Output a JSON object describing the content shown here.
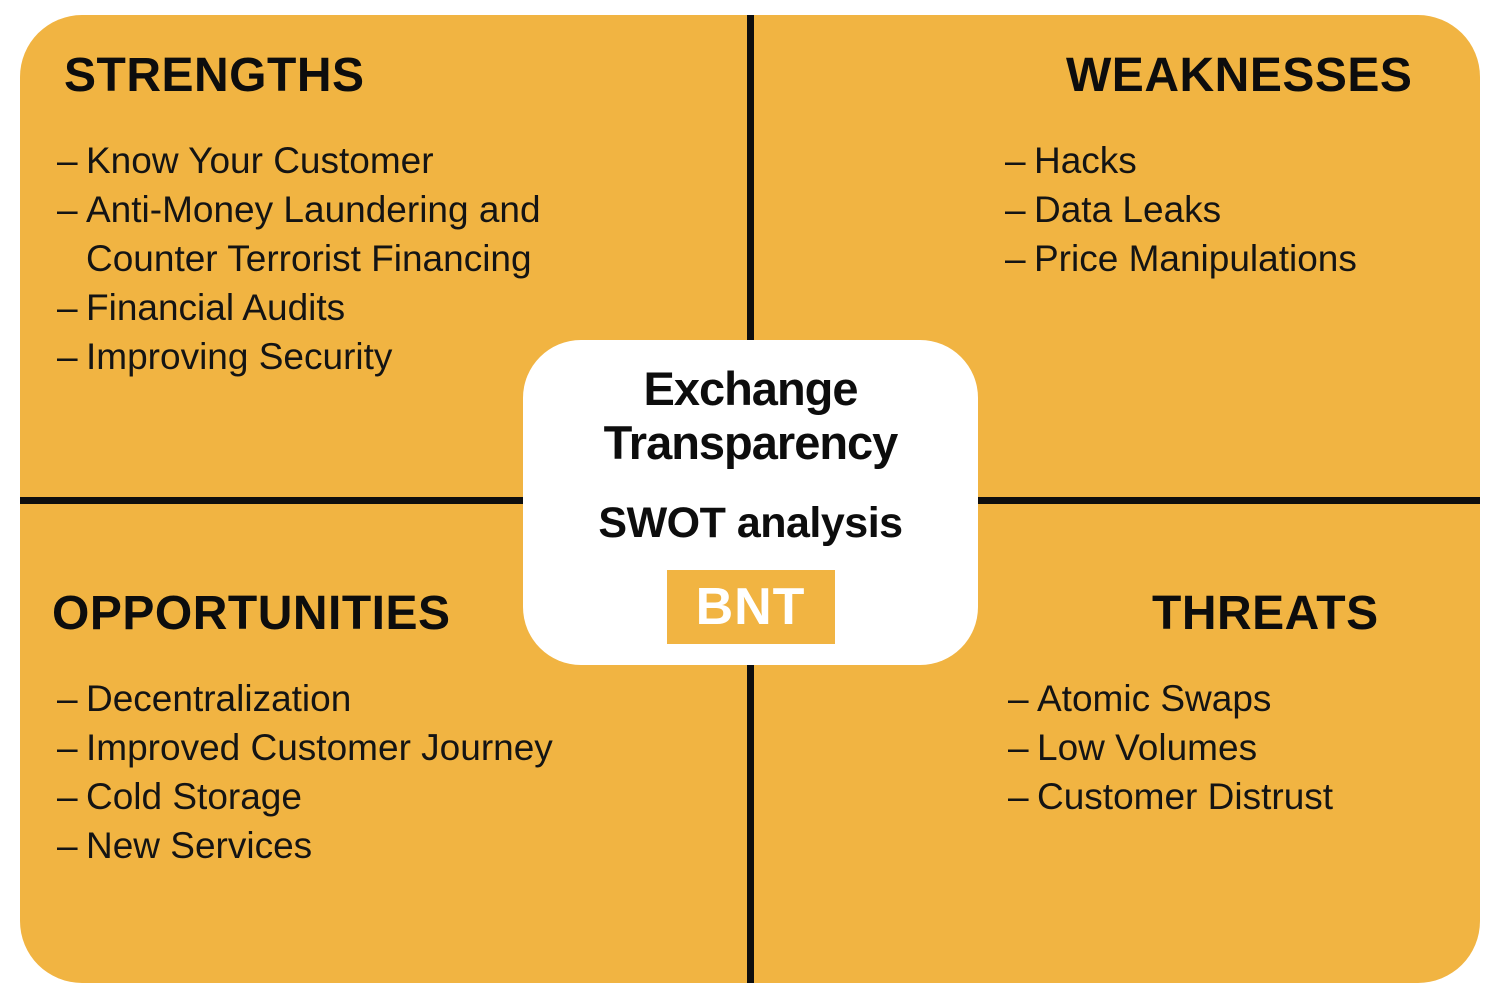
{
  "title_card": {
    "title_line1": "Exchange",
    "title_line2": "Transparency",
    "subtitle": "SWOT analysis",
    "brand": "BNT"
  },
  "bullet_char": "–",
  "quadrants": {
    "strengths": {
      "label": "STRENGTHS",
      "items": [
        [
          "Know Your Customer"
        ],
        [
          "Anti-Money Laundering and",
          "Counter Terrorist Financing"
        ],
        [
          "Financial Audits"
        ],
        [
          "Improving Security"
        ]
      ]
    },
    "weaknesses": {
      "label": "WEAKNESSES",
      "items": [
        [
          "Hacks"
        ],
        [
          "Data Leaks"
        ],
        [
          "Price Manipulations"
        ]
      ]
    },
    "opportunities": {
      "label": "OPPORTUNITIES",
      "items": [
        [
          "Decentralization"
        ],
        [
          "Improved Customer Journey"
        ],
        [
          "Cold Storage"
        ],
        [
          "New Services"
        ]
      ]
    },
    "threats": {
      "label": "THREATS",
      "items": [
        [
          "Atomic Swaps"
        ],
        [
          "Low Volumes"
        ],
        [
          "Customer Distrust"
        ]
      ]
    }
  },
  "colors": {
    "panel_orange": "#F1B442",
    "divider_black": "#0E0E0E",
    "text_black": "#141414",
    "card_white": "#FFFFFF",
    "brand_text_white": "#FFFFFF"
  }
}
